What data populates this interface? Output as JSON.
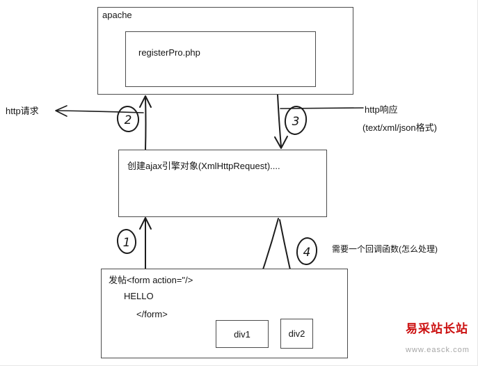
{
  "diagram": {
    "apache_box": {
      "label": "apache"
    },
    "register_box": {
      "label": "registerPro.php"
    },
    "ajax_box": {
      "label": "创建ajax引擎对象(XmlHttpRequest)...."
    },
    "form_box": {
      "line1": "发帖<form action=\"/>",
      "line2": "HELLO",
      "line3": "</form>"
    },
    "div1_box": {
      "label": "div1"
    },
    "div2_box": {
      "label": "div2"
    },
    "labels": {
      "http_request": "http请求",
      "http_response": "http响应",
      "response_format": "(text/xml/json格式)",
      "callback_note": "需要一个回调函数(怎么处理)"
    },
    "step_markers": {
      "s1": "1",
      "s2": "2",
      "s3": "3",
      "s4": "4"
    },
    "colors": {
      "line": "#1c1c1c",
      "box_border": "#4b4b4b"
    }
  },
  "watermark": {
    "site_name": "易采站长站",
    "site_url": "www.easck.com",
    "brand_color": "#cc1111"
  }
}
